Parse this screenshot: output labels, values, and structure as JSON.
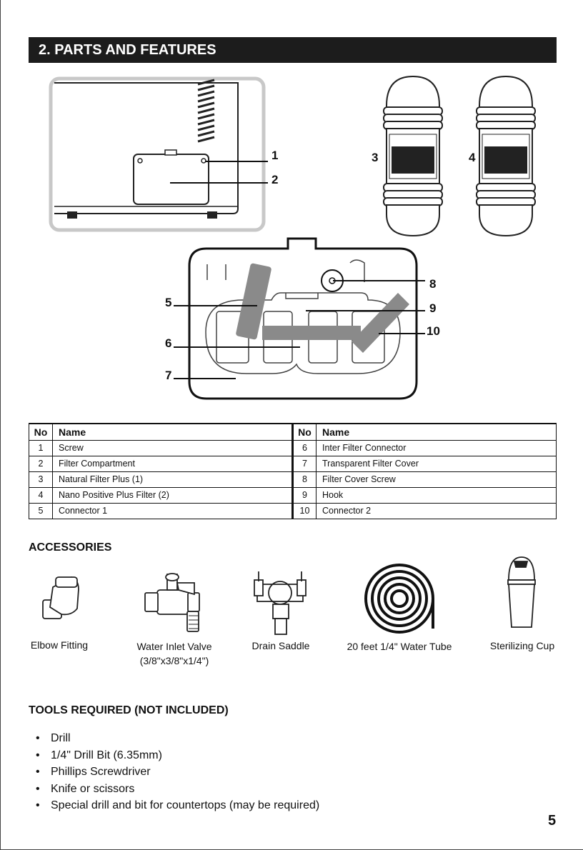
{
  "section": {
    "title": "2. PARTS AND FEATURES"
  },
  "callouts": {
    "c1": "1",
    "c2": "2",
    "c3": "3",
    "c4": "4",
    "c5": "5",
    "c6": "6",
    "c7": "7",
    "c8": "8",
    "c9": "9",
    "c10": "10"
  },
  "parts_table": {
    "headers": {
      "no": "No",
      "name": "Name"
    },
    "left": [
      {
        "no": "1",
        "name": "Screw"
      },
      {
        "no": "2",
        "name": "Filter Compartment"
      },
      {
        "no": "3",
        "name": "Natural Filter Plus (1)"
      },
      {
        "no": "4",
        "name": "Nano Positive Plus Filter (2)"
      },
      {
        "no": "5",
        "name": "Connector 1"
      }
    ],
    "right": [
      {
        "no": "6",
        "name": "Inter Filter Connector"
      },
      {
        "no": "7",
        "name": "Transparent Filter Cover"
      },
      {
        "no": "8",
        "name": "Filter Cover Screw"
      },
      {
        "no": "9",
        "name": "Hook"
      },
      {
        "no": "10",
        "name": "Connector 2"
      }
    ]
  },
  "accessories": {
    "heading": "ACCESSORIES",
    "items": [
      {
        "line1": "Elbow Fitting",
        "line2": ""
      },
      {
        "line1": "Water Inlet Valve",
        "line2": "(3/8\"x3/8\"x1/4\")"
      },
      {
        "line1": "Drain Saddle",
        "line2": ""
      },
      {
        "line1": "20 feet 1/4\" Water Tube",
        "line2": ""
      },
      {
        "line1": "Sterilizing Cup",
        "line2": ""
      }
    ]
  },
  "tools": {
    "heading": "TOOLS REQUIRED (NOT INCLUDED)",
    "items": [
      "Drill",
      "1/4\" Drill Bit (6.35mm)",
      "Phillips Screwdriver",
      "Knife or scissors",
      "Special drill and bit for countertops (may be required)"
    ]
  },
  "page": {
    "number": "5"
  }
}
